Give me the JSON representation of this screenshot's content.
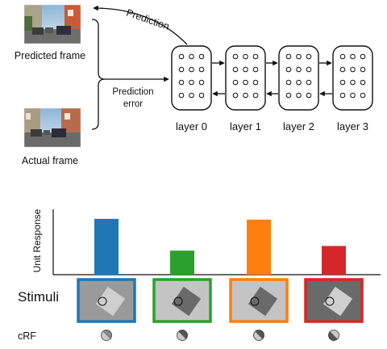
{
  "network": {
    "predicted_frame_label": "Predicted frame",
    "actual_frame_label": "Actual frame",
    "prediction_arrow_label": "Prediction",
    "error_label_line1": "Prediction",
    "error_label_line2": "error",
    "layers": [
      "layer 0",
      "layer 1",
      "layer 2",
      "layer 3"
    ]
  },
  "chart_data": {
    "type": "bar",
    "ylabel": "Unit Response",
    "categories": [
      "blue",
      "green",
      "orange",
      "red"
    ],
    "values": [
      0.72,
      0.31,
      0.71,
      0.37
    ],
    "ylim": [
      0,
      1
    ],
    "colors": [
      "#1f77b4",
      "#2ca02c",
      "#ff7f0e",
      "#d62728"
    ],
    "grid": false
  },
  "stimuli": {
    "row_label": "Stimuli",
    "items": [
      {
        "name": "blue-stimulus",
        "border_color": "#1f77b4",
        "background": "#9a9a9a",
        "square": "#cfcfcf",
        "rotation": 35
      },
      {
        "name": "green-stimulus",
        "border_color": "#2ca02c",
        "background": "#c4c4c4",
        "square": "#6a6a6a",
        "rotation": 35
      },
      {
        "name": "orange-stimulus",
        "border_color": "#ff7f0e",
        "background": "#c4c4c4",
        "square": "#6a6a6a",
        "rotation": 35
      },
      {
        "name": "red-stimulus",
        "border_color": "#d62728",
        "background": "#6a6a6a",
        "square": "#cfcfcf",
        "rotation": 35
      }
    ]
  },
  "crf": {
    "row_label": "cRF"
  }
}
